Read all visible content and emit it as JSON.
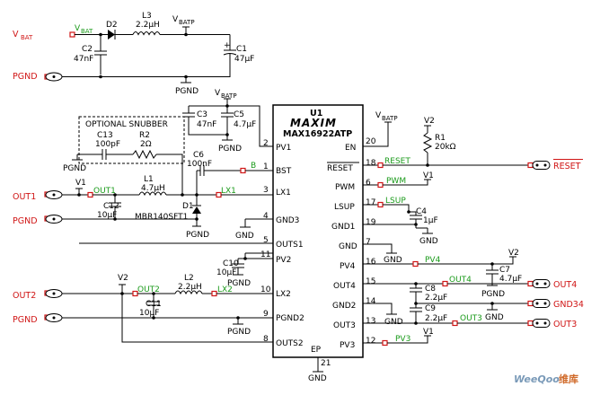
{
  "ic": {
    "ref": "U1",
    "logo": "MAXIM",
    "part": "MAX16922ATP",
    "pins_left": [
      {
        "name": "PV1",
        "num": "2"
      },
      {
        "name": "BST",
        "num": "1"
      },
      {
        "name": "LX1",
        "num": "3"
      },
      {
        "name": "GND3",
        "num": "4"
      },
      {
        "name": "OUTS1",
        "num": "5"
      },
      {
        "name": "PV2",
        "num": "11"
      },
      {
        "name": "LX2",
        "num": "10"
      },
      {
        "name": "PGND2",
        "num": "9"
      },
      {
        "name": "OUTS2",
        "num": "8"
      }
    ],
    "pins_right": [
      {
        "name": "EN",
        "num": "20"
      },
      {
        "name": "RESET",
        "num": "18"
      },
      {
        "name": "PWM",
        "num": "6"
      },
      {
        "name": "LSUP",
        "num": "17"
      },
      {
        "name": "GND1",
        "num": "19"
      },
      {
        "name": "GND",
        "num": "7"
      },
      {
        "name": "PV4",
        "num": "16"
      },
      {
        "name": "OUT4",
        "num": "15"
      },
      {
        "name": "GND2",
        "num": "14"
      },
      {
        "name": "OUT3",
        "num": "13"
      },
      {
        "name": "PV3",
        "num": "12"
      }
    ],
    "ep_name": "EP",
    "ep_num": "21",
    "ep_gnd": "GND"
  },
  "terminals": {
    "vbat": "V",
    "vbat_sub": "BAT",
    "pgnd": "PGND",
    "out1": "OUT1",
    "pgnd2": "PGND",
    "out2": "OUT2",
    "pgnd3": "PGND",
    "reset": "RESET",
    "out4": "OUT4",
    "gnd34": "GND34",
    "out3": "OUT3"
  },
  "nets": {
    "vbat_a": "V",
    "vbat_a_sub": "BAT",
    "vbatp_top": "V",
    "vbatp_top_sub": "BATP",
    "vbatp_mid": "V",
    "vbatp_mid_sub": "BATP",
    "vbatp_en": "V",
    "vbatp_en_sub": "BATP",
    "b": "B",
    "out1": "OUT1",
    "lx1": "LX1",
    "out2": "OUT2",
    "lx2": "LX2",
    "reset": "RESET",
    "pwm": "PWM",
    "lsup": "LSUP",
    "pv4": "PV4",
    "out4": "OUT4",
    "out3": "OUT3",
    "pv3": "PV3",
    "v1_out1": "V1",
    "v1_pwm": "V1",
    "v1_pv3": "V1",
    "v2_r1": "V2",
    "v2_out2": "V2",
    "v2_c7": "V2"
  },
  "components": {
    "d2": "D2",
    "l3": "L3",
    "l3_val": "2.2µH",
    "c2": "C2",
    "c2_val": "47nF",
    "c1": "C1",
    "c1_val": "47µF",
    "c1_plus": "+",
    "c3": "C3",
    "c3_val": "47nF",
    "c5": "C5",
    "c5_val": "4.7µF",
    "snubber": "OPTIONAL SNUBBER",
    "c13": "C13",
    "c13_val": "100pF",
    "r2": "R2",
    "r2_val": "2Ω",
    "c6": "C6",
    "c6_val": "100nF",
    "l1": "L1",
    "l1_val": "4.7µH",
    "c12": "C12",
    "c12_val": "10µF",
    "d1": "D1",
    "d1_part": "MBR140SFT1",
    "c10": "C10",
    "c10_val": "10µF",
    "l2": "L2",
    "l2_val": "2.2µH",
    "c11": "C11",
    "c11_val": "10µF",
    "r1": "R1",
    "r1_val": "20kΩ",
    "c4": "C4",
    "c4_val": "1µF",
    "c7": "C7",
    "c7_val": "4.7µF",
    "c8": "C8",
    "c8_val": "2.2µF",
    "c9": "C9",
    "c9_val": "2.2µF"
  },
  "grounds": {
    "pgnd_c1": "PGND",
    "pgnd_c3": "PGND",
    "pgnd_snub": "PGND",
    "pgnd_d1": "PGND",
    "gnd_gnd3": "GND",
    "pgnd_c10": "PGND",
    "pgnd_pgnd2": "PGND",
    "gnd_c4": "GND",
    "gnd_gnd": "GND",
    "pgnd_c7": "PGND",
    "gnd_c8": "GND",
    "gnd_gnd2": "GND"
  },
  "watermark": {
    "brand": "WeeQoo",
    "suffix": "维库"
  }
}
